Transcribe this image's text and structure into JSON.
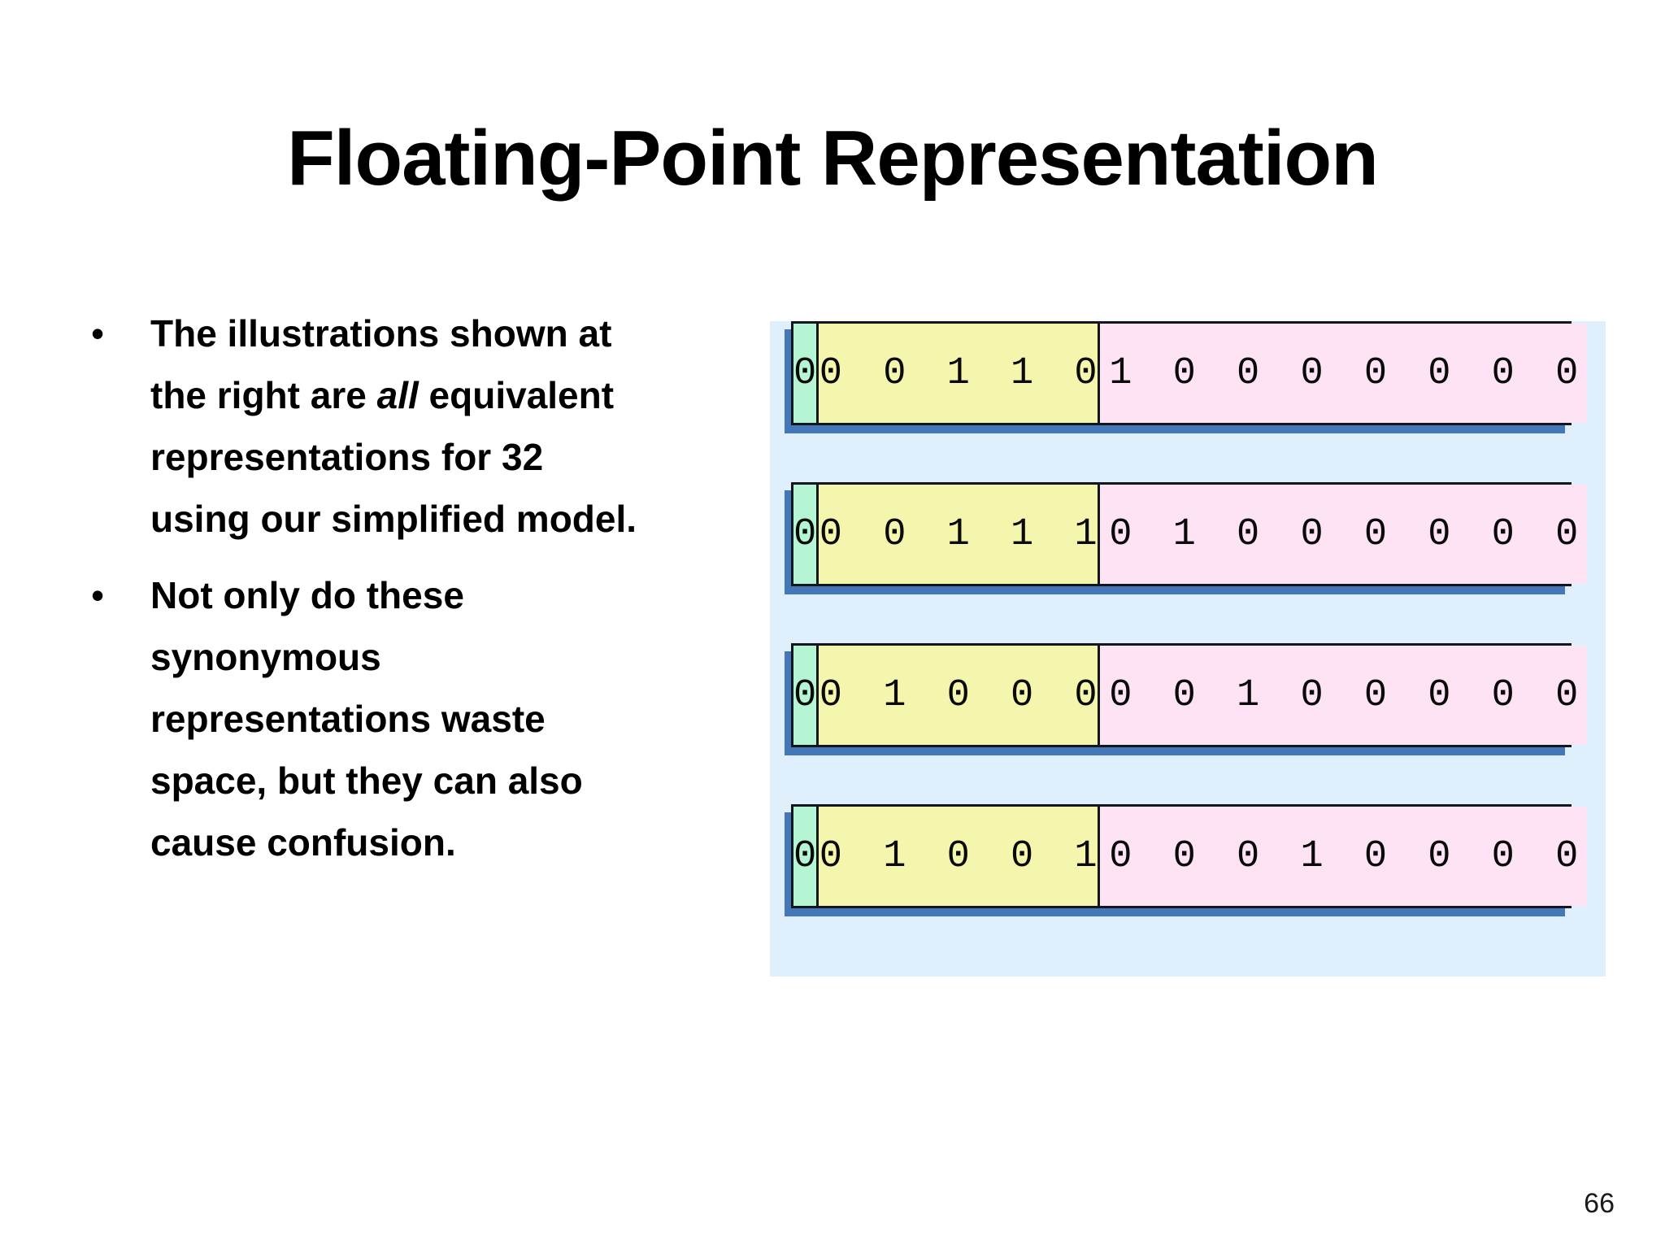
{
  "slide": {
    "title": "Floating-Point Representation",
    "page_number": "66",
    "bullet_marker": "•"
  },
  "bullets": [
    {
      "id": "bullet-illustrations",
      "text_before_emphasis": "The illustrations shown at the right are ",
      "emphasis": "all",
      "text_after_emphasis": " equivalent representations for 32 using our simplified model."
    },
    {
      "id": "bullet-waste-space",
      "text_before_emphasis": "Not only do these synonymous representations waste space, but they can also cause confusion.",
      "emphasis": "",
      "text_after_emphasis": ""
    }
  ],
  "diagram": {
    "panel_background": "#dfeffc",
    "shadow_color": "#4477b8",
    "border_color": "#13161c",
    "field_colors": {
      "sign": "#b6f5d3",
      "exponent": "#f5f6ae",
      "mantissa": "#fde3f4"
    },
    "rows": [
      {
        "sign": "0",
        "exponent": "0 0 1 1 0",
        "mantissa": "1 0 0 0 0 0 0 0"
      },
      {
        "sign": "0",
        "exponent": "0 0 1 1 1",
        "mantissa": "0 1 0 0 0 0 0 0"
      },
      {
        "sign": "0",
        "exponent": "0 1 0 0 0",
        "mantissa": "0 0 1 0 0 0 0 0"
      },
      {
        "sign": "0",
        "exponent": "0 1 0 0 1",
        "mantissa": "0 0 0 1 0 0 0 0"
      }
    ]
  }
}
